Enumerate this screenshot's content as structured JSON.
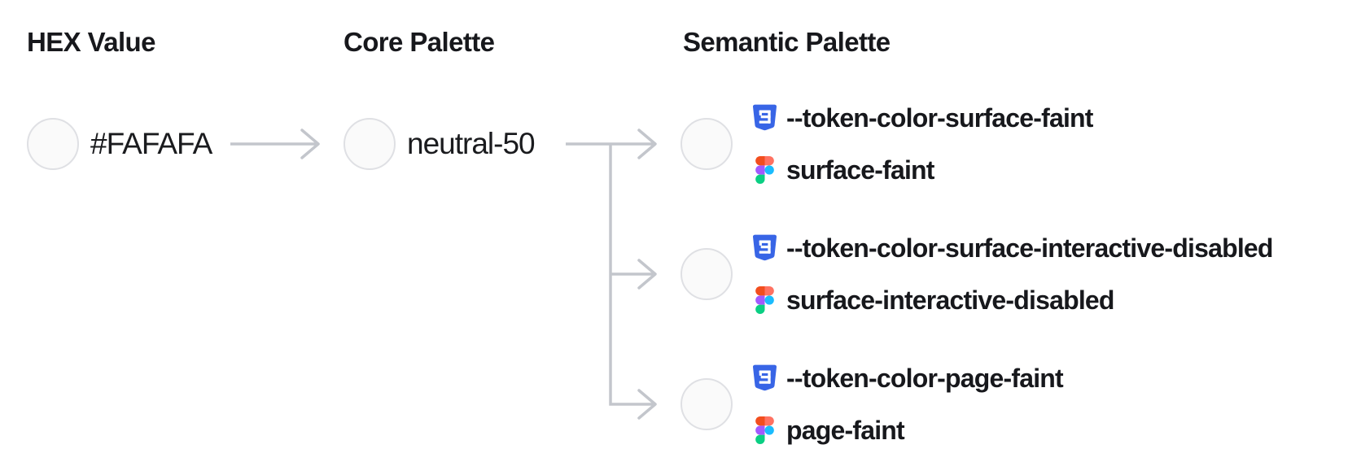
{
  "diagram": {
    "headers": {
      "hex": "HEX Value",
      "core": "Core Palette",
      "semantic": "Semantic Palette"
    },
    "hex_value": "#FAFAFA",
    "core_token": "neutral-50",
    "semantic_tokens": [
      {
        "css_variable": "--token-color-surface-faint",
        "figma_style": "surface-faint"
      },
      {
        "css_variable": "--token-color-surface-interactive-disabled",
        "figma_style": "surface-interactive-disabled"
      },
      {
        "css_variable": "--token-color-page-faint",
        "figma_style": "page-faint"
      }
    ],
    "swatch_color": "#FAFAFA",
    "colors": {
      "swatch_fill": "#FAFAFA",
      "swatch_border": "#DFE0E4",
      "connector_gray": "#C3C6CC",
      "text": "#17181C",
      "css_icon_blue": "#3865E6",
      "figma_orange": "#F24E1E",
      "figma_salmon": "#FF7262",
      "figma_purple": "#A259FF",
      "figma_blue": "#1ABCFE",
      "figma_green": "#0ACF83"
    }
  }
}
